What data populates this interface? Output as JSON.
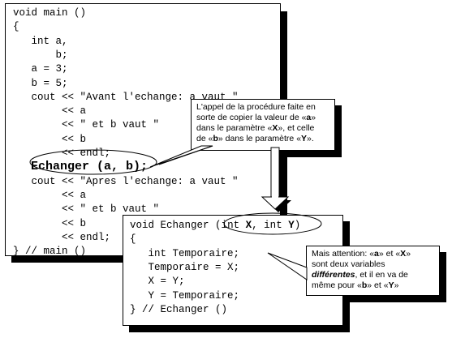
{
  "main_code": {
    "lines": [
      "void main ()",
      "{",
      "   int a,",
      "       b;",
      "   a = 3;",
      "   b = 5;",
      "   cout << \"Avant l'echange: a vaut \"",
      "        << a",
      "        << \" et b vaut \"",
      "        << b",
      "        << endl;",
      "",
      "   cout << \"Apres l'echange: a vaut \"",
      "        << a",
      "        << \" et b vaut \"",
      "        << b",
      "        << endl;",
      "} // main ()"
    ],
    "call_text": "Echanger (a, b);",
    "call_prefix": "   "
  },
  "function_code": {
    "signature_prefix": "void Echanger ",
    "signature_params": "(int X, int Y)",
    "lines": [
      "{",
      "   int Temporaire;",
      "   Temporaire = X;",
      "   X = Y;",
      "   Y = Temporaire;",
      "} // Echanger ()"
    ]
  },
  "note1": {
    "line1": "L'appel de la procédure faite en",
    "line2_a": "sorte de copier la valeur de ",
    "line2_b": "a",
    "line3_a": "dans le paramètre ",
    "line3_b": "X",
    "line3_c": ", et celle",
    "line4_a": "de ",
    "line4_b": "b",
    "line4_c": " dans le paramètre ",
    "line4_d": "Y",
    "line4_e": "."
  },
  "note2": {
    "line1_a": "Mais attention: ",
    "line1_b": "a",
    "line1_c": " et ",
    "line1_d": "X",
    "line2": "sont deux variables",
    "line3_a": "différentes",
    "line3_b": ", et il en va de",
    "line4_a": "même pour ",
    "line4_b": "b",
    "line4_c": " et ",
    "line4_d": "Y"
  }
}
